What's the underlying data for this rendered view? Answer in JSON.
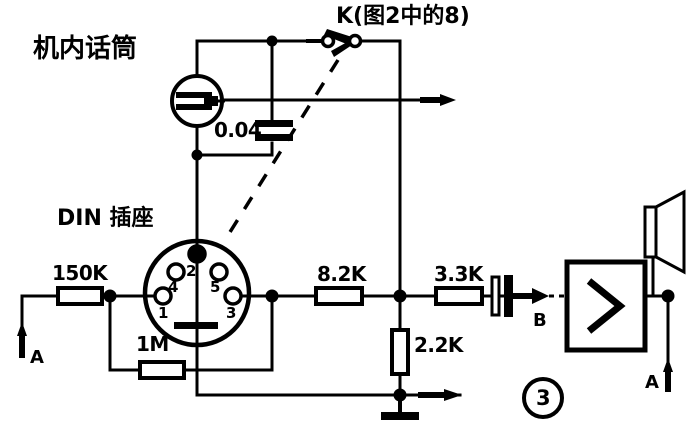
{
  "figure": {
    "number": "3",
    "type": "electronic-schematic",
    "title_top_left": "机内话筒",
    "socket_label": "DIN 插座",
    "switch_label": "K(图2中的8)"
  },
  "labels": {
    "internal_microphone": "机内话筒",
    "din_socket": "DIN 插座",
    "switch": "K(图2中的8)",
    "figure_number": "3"
  },
  "components": {
    "cap_mic": "0.04",
    "res_input": "150K",
    "res_bias": "1M",
    "res_series1": "8.2K",
    "res_series2": "3.3K",
    "res_shunt": "2.2K"
  },
  "nodes": {
    "left_a": "A",
    "amp_input_b": "B",
    "right_a": "A"
  },
  "socket_pins": [
    "1",
    "2",
    "3",
    "4",
    "5"
  ],
  "amplifier": {
    "symbol": ">"
  },
  "colors": {
    "ink": "#000000",
    "paper": "#ffffff"
  }
}
